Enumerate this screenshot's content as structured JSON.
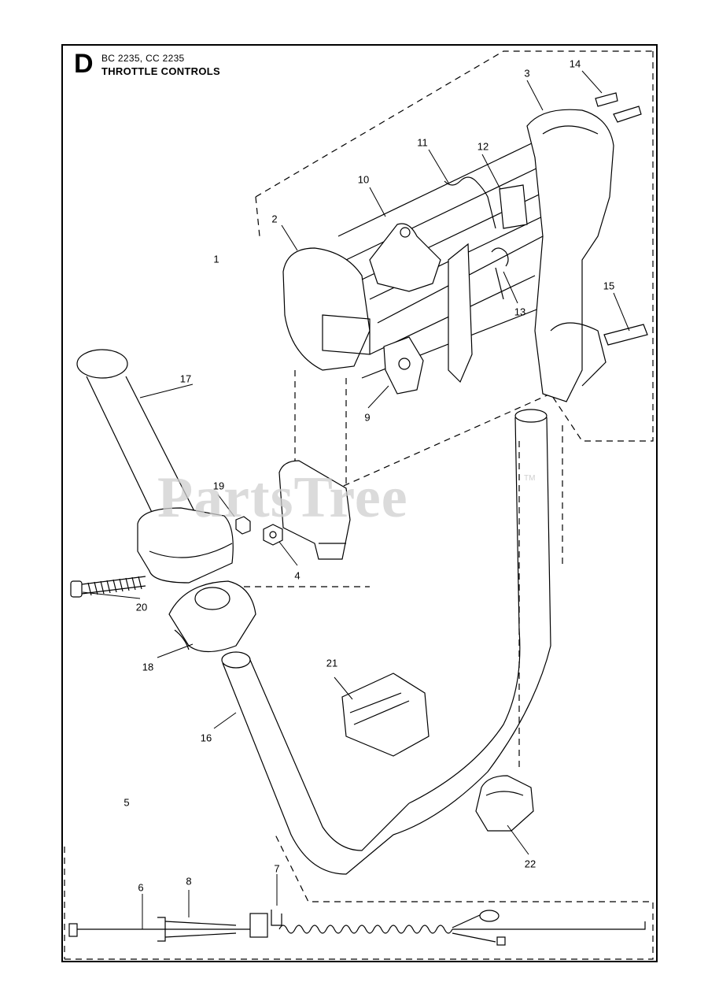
{
  "header": {
    "section_letter": "D",
    "model": "BC 2235, CC 2235",
    "subtitle": "THROTTLE CONTROLS"
  },
  "watermark": {
    "text": "PartsTree",
    "tm": "TM"
  },
  "callouts": {
    "c1": "1",
    "c2": "2",
    "c3": "3",
    "c4": "4",
    "c5": "5",
    "c6": "6",
    "c7": "7",
    "c8": "8",
    "c9": "9",
    "c10": "10",
    "c11": "11",
    "c12": "12",
    "c13": "13",
    "c14": "14",
    "c15": "15",
    "c16": "16",
    "c17": "17",
    "c18": "18",
    "c19": "19",
    "c20": "20",
    "c21": "21",
    "c22": "22"
  }
}
